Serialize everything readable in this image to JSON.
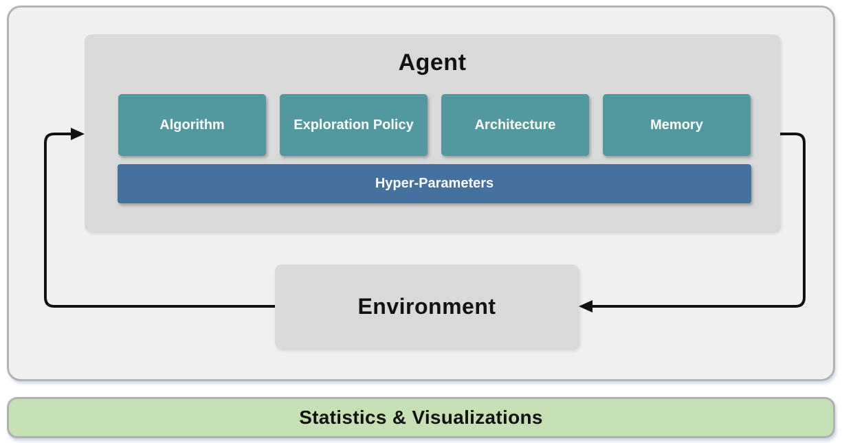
{
  "agent": {
    "title": "Agent",
    "modules": [
      "Algorithm",
      "Exploration Policy",
      "Architecture",
      "Memory"
    ],
    "hyper_parameters_label": "Hyper-Parameters"
  },
  "environment": {
    "title": "Environment"
  },
  "stats_bar": {
    "label": "Statistics & Visualizations"
  },
  "arrows": [
    {
      "name": "environment-to-agent",
      "from": "Environment",
      "to": "Agent"
    },
    {
      "name": "agent-to-environment",
      "from": "Agent",
      "to": "Environment"
    }
  ],
  "colors": {
    "module_teal": "#52999f",
    "hyper_blue": "#44719e",
    "stats_green": "#c5e0b4",
    "box_gray": "#d9d9d9",
    "panel_fill": "#f0f0f0",
    "panel_border": "#b3b3b3",
    "arrow_black": "#111111"
  }
}
